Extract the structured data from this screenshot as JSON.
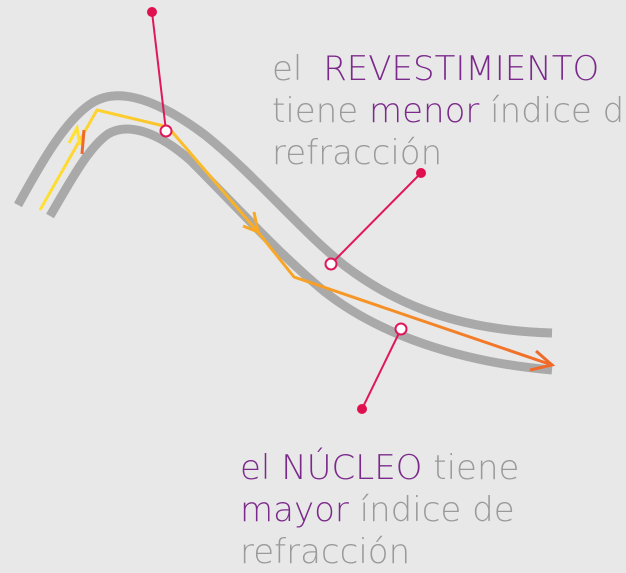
{
  "colors": {
    "background": "#e8e8e8",
    "fiber_wall": "#a9a9a9",
    "callout": "#e0185a",
    "callout_dot": "#e0104f",
    "highlight_text": "#7b2a8b",
    "plain_text": "#9a9a9a",
    "ray_start": "#ffe033",
    "ray_mid": "#f9a825",
    "ray_end": "#ef6a2a"
  },
  "cladding_caption": {
    "line1_a": "el",
    "line1_b": "REVESTIMIENTO",
    "line2_a": "tiene",
    "line2_b": "menor",
    "line2_c": "índice de",
    "line3": "refracción"
  },
  "core_caption": {
    "line1_a": "el",
    "line1_b": "NÚCLEO",
    "line1_c": "tiene",
    "line2_a": "mayor",
    "line2_b": "índice de",
    "line3": "refracción"
  }
}
